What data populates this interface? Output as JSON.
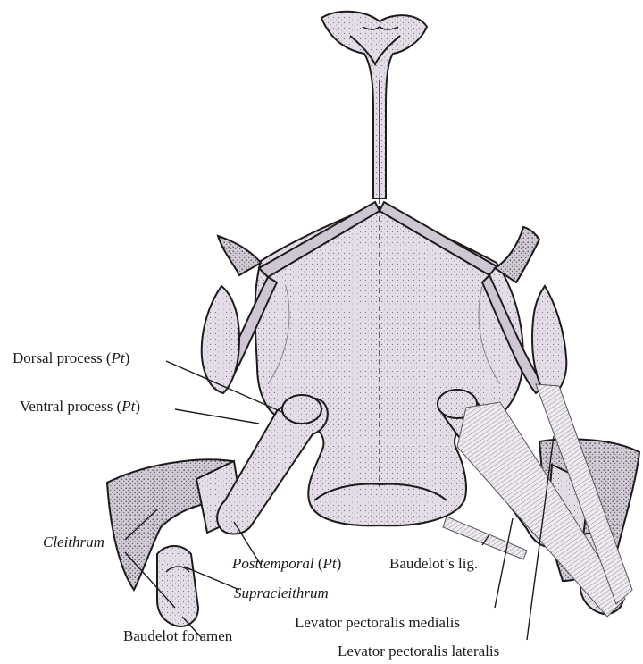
{
  "labels": {
    "dorsal_process": {
      "text": "Dorsal process",
      "abbr": "Pt"
    },
    "ventral_process": {
      "text": "Ventral process",
      "abbr": "Pt"
    },
    "cleithrum": "Cleithrum",
    "posttemporal": {
      "text": "Posttemporal",
      "abbr": "Pt"
    },
    "supracleithrum": "Supracleithrum",
    "baudelot_foramen": "Baudelot foramen",
    "baudelots_lig": "Baudelot’s lig.",
    "levator_medialis": "Levator pectoralis medialis",
    "levator_lateralis": "Levator pectoralis lateralis"
  },
  "colors": {
    "bone_fill": "#e4dde8",
    "bone_shade": "#b9b0c0",
    "outline": "#1c1c1c",
    "muscle": "#9a9a9a"
  }
}
